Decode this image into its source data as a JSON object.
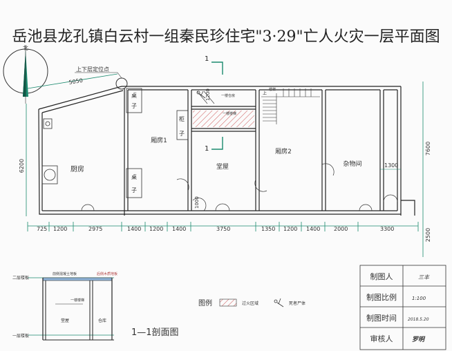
{
  "title": "岳池县龙孔镇白云村一组秦民珍住宅\"3·29\"亡人火灾一层平面图",
  "north_label": "北",
  "origin_label": "上下层定位点",
  "section_mark": "1",
  "rooms": {
    "kitchen": "厨房",
    "bedroom1": "厢房1",
    "bedroom2": "厢房2",
    "hall": "堂屋",
    "storage": "杂物间"
  },
  "furniture": {
    "table1": [
      "桌",
      "子"
    ],
    "table2": [
      "桌",
      "子"
    ],
    "cabinet": [
      "柜",
      "子"
    ]
  },
  "stair_labels": {
    "floor_slab": "一楼仓房",
    "stair": "一楼楼梯",
    "up": "上",
    "lower": "楼梯"
  },
  "dimensions": {
    "top": "5050",
    "left": "6200",
    "right_top": "7600",
    "right_bottom": "2500",
    "inner_1300": "1300",
    "inner_1200": "1200",
    "inner_1000": "1000",
    "bottom": [
      "725",
      "1200",
      "2975",
      "1400",
      "1200",
      "1400",
      "3750",
      "1350",
      "1200",
      "1400",
      "2000",
      "3300"
    ]
  },
  "legend": {
    "title": "图例",
    "fire_area": "过火区域",
    "body": "死者尸体"
  },
  "section": {
    "title": "1—1剖面图",
    "upper_floor": "二层楼板",
    "lower_floor": "一层楼板",
    "beam_label": "前侧混凝土地板",
    "rear_label": "后侧木质地板",
    "stair_label": "一楼楼梯",
    "hall": "堂屋",
    "store": "仓库"
  },
  "table": {
    "rows": [
      {
        "label": "制图人",
        "value": "三丰"
      },
      {
        "label": "制图比例",
        "value": "1:100"
      },
      {
        "label": "制图时间",
        "value": "2018.5.20"
      },
      {
        "label": "审核人",
        "value": "罗明"
      }
    ]
  }
}
